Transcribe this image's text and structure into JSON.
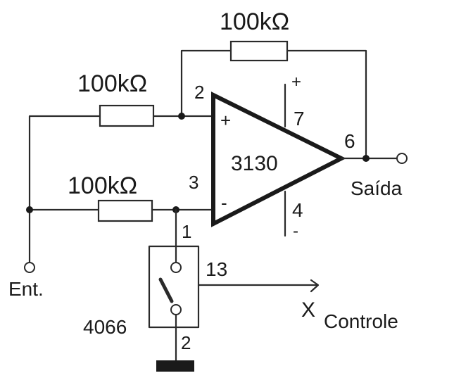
{
  "resistors": {
    "feedback": "100kΩ",
    "input_plus": "100kΩ",
    "input_minus": "100kΩ"
  },
  "opamp": {
    "part": "3130",
    "pin_plus_input": "2",
    "pin_minus_input": "3",
    "pin_vplus": "7",
    "pin_vminus": "4",
    "pin_output": "6",
    "sign_plus_input": "+",
    "sign_minus_input": "-",
    "supply_plus": "+",
    "supply_minus": "-"
  },
  "switch": {
    "part": "4066",
    "pin_top": "1",
    "pin_control": "13",
    "pin_bottom": "2"
  },
  "terminals": {
    "input": "Ent.",
    "output": "Saída",
    "control_x": "X",
    "control_label": "Controle"
  },
  "colors": {
    "ink": "#1a1a1a",
    "paper": "#ffffff"
  }
}
